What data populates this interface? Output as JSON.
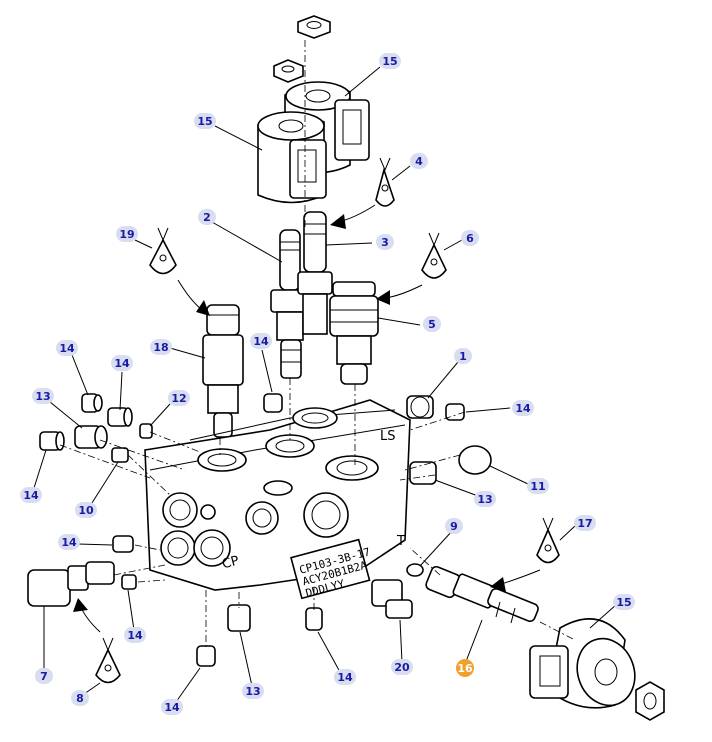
{
  "callouts": [
    {
      "label": "15",
      "highlight": false
    },
    {
      "label": "15",
      "highlight": false
    },
    {
      "label": "4",
      "highlight": false
    },
    {
      "label": "19",
      "highlight": false
    },
    {
      "label": "2",
      "highlight": false
    },
    {
      "label": "3",
      "highlight": false
    },
    {
      "label": "6",
      "highlight": false
    },
    {
      "label": "5",
      "highlight": false
    },
    {
      "label": "18",
      "highlight": false
    },
    {
      "label": "14",
      "highlight": false
    },
    {
      "label": "14",
      "highlight": false
    },
    {
      "label": "14",
      "highlight": false
    },
    {
      "label": "1",
      "highlight": false
    },
    {
      "label": "13",
      "highlight": false
    },
    {
      "label": "12",
      "highlight": false
    },
    {
      "label": "14",
      "highlight": false
    },
    {
      "label": "14",
      "highlight": false
    },
    {
      "label": "10",
      "highlight": false
    },
    {
      "label": "11",
      "highlight": false
    },
    {
      "label": "13",
      "highlight": false
    },
    {
      "label": "9",
      "highlight": false
    },
    {
      "label": "17",
      "highlight": false
    },
    {
      "label": "14",
      "highlight": false
    },
    {
      "label": "14",
      "highlight": false
    },
    {
      "label": "7",
      "highlight": false
    },
    {
      "label": "15",
      "highlight": false
    },
    {
      "label": "8",
      "highlight": false
    },
    {
      "label": "16",
      "highlight": true
    },
    {
      "label": "20",
      "highlight": false
    },
    {
      "label": "14",
      "highlight": false
    },
    {
      "label": "13",
      "highlight": false
    },
    {
      "label": "14",
      "highlight": false
    }
  ],
  "body_text": {
    "port_ls": "LS",
    "port_t": "T",
    "port_cp": "CP",
    "part_line1": "CP103-3B-17",
    "part_line2": "ACY20B1B2A",
    "part_line3": "DDDLYY"
  },
  "colors": {
    "callout_text": "#1a1aa6",
    "callout_bg": "#d8ddf0",
    "callout_highlight": "#f0a02c"
  }
}
